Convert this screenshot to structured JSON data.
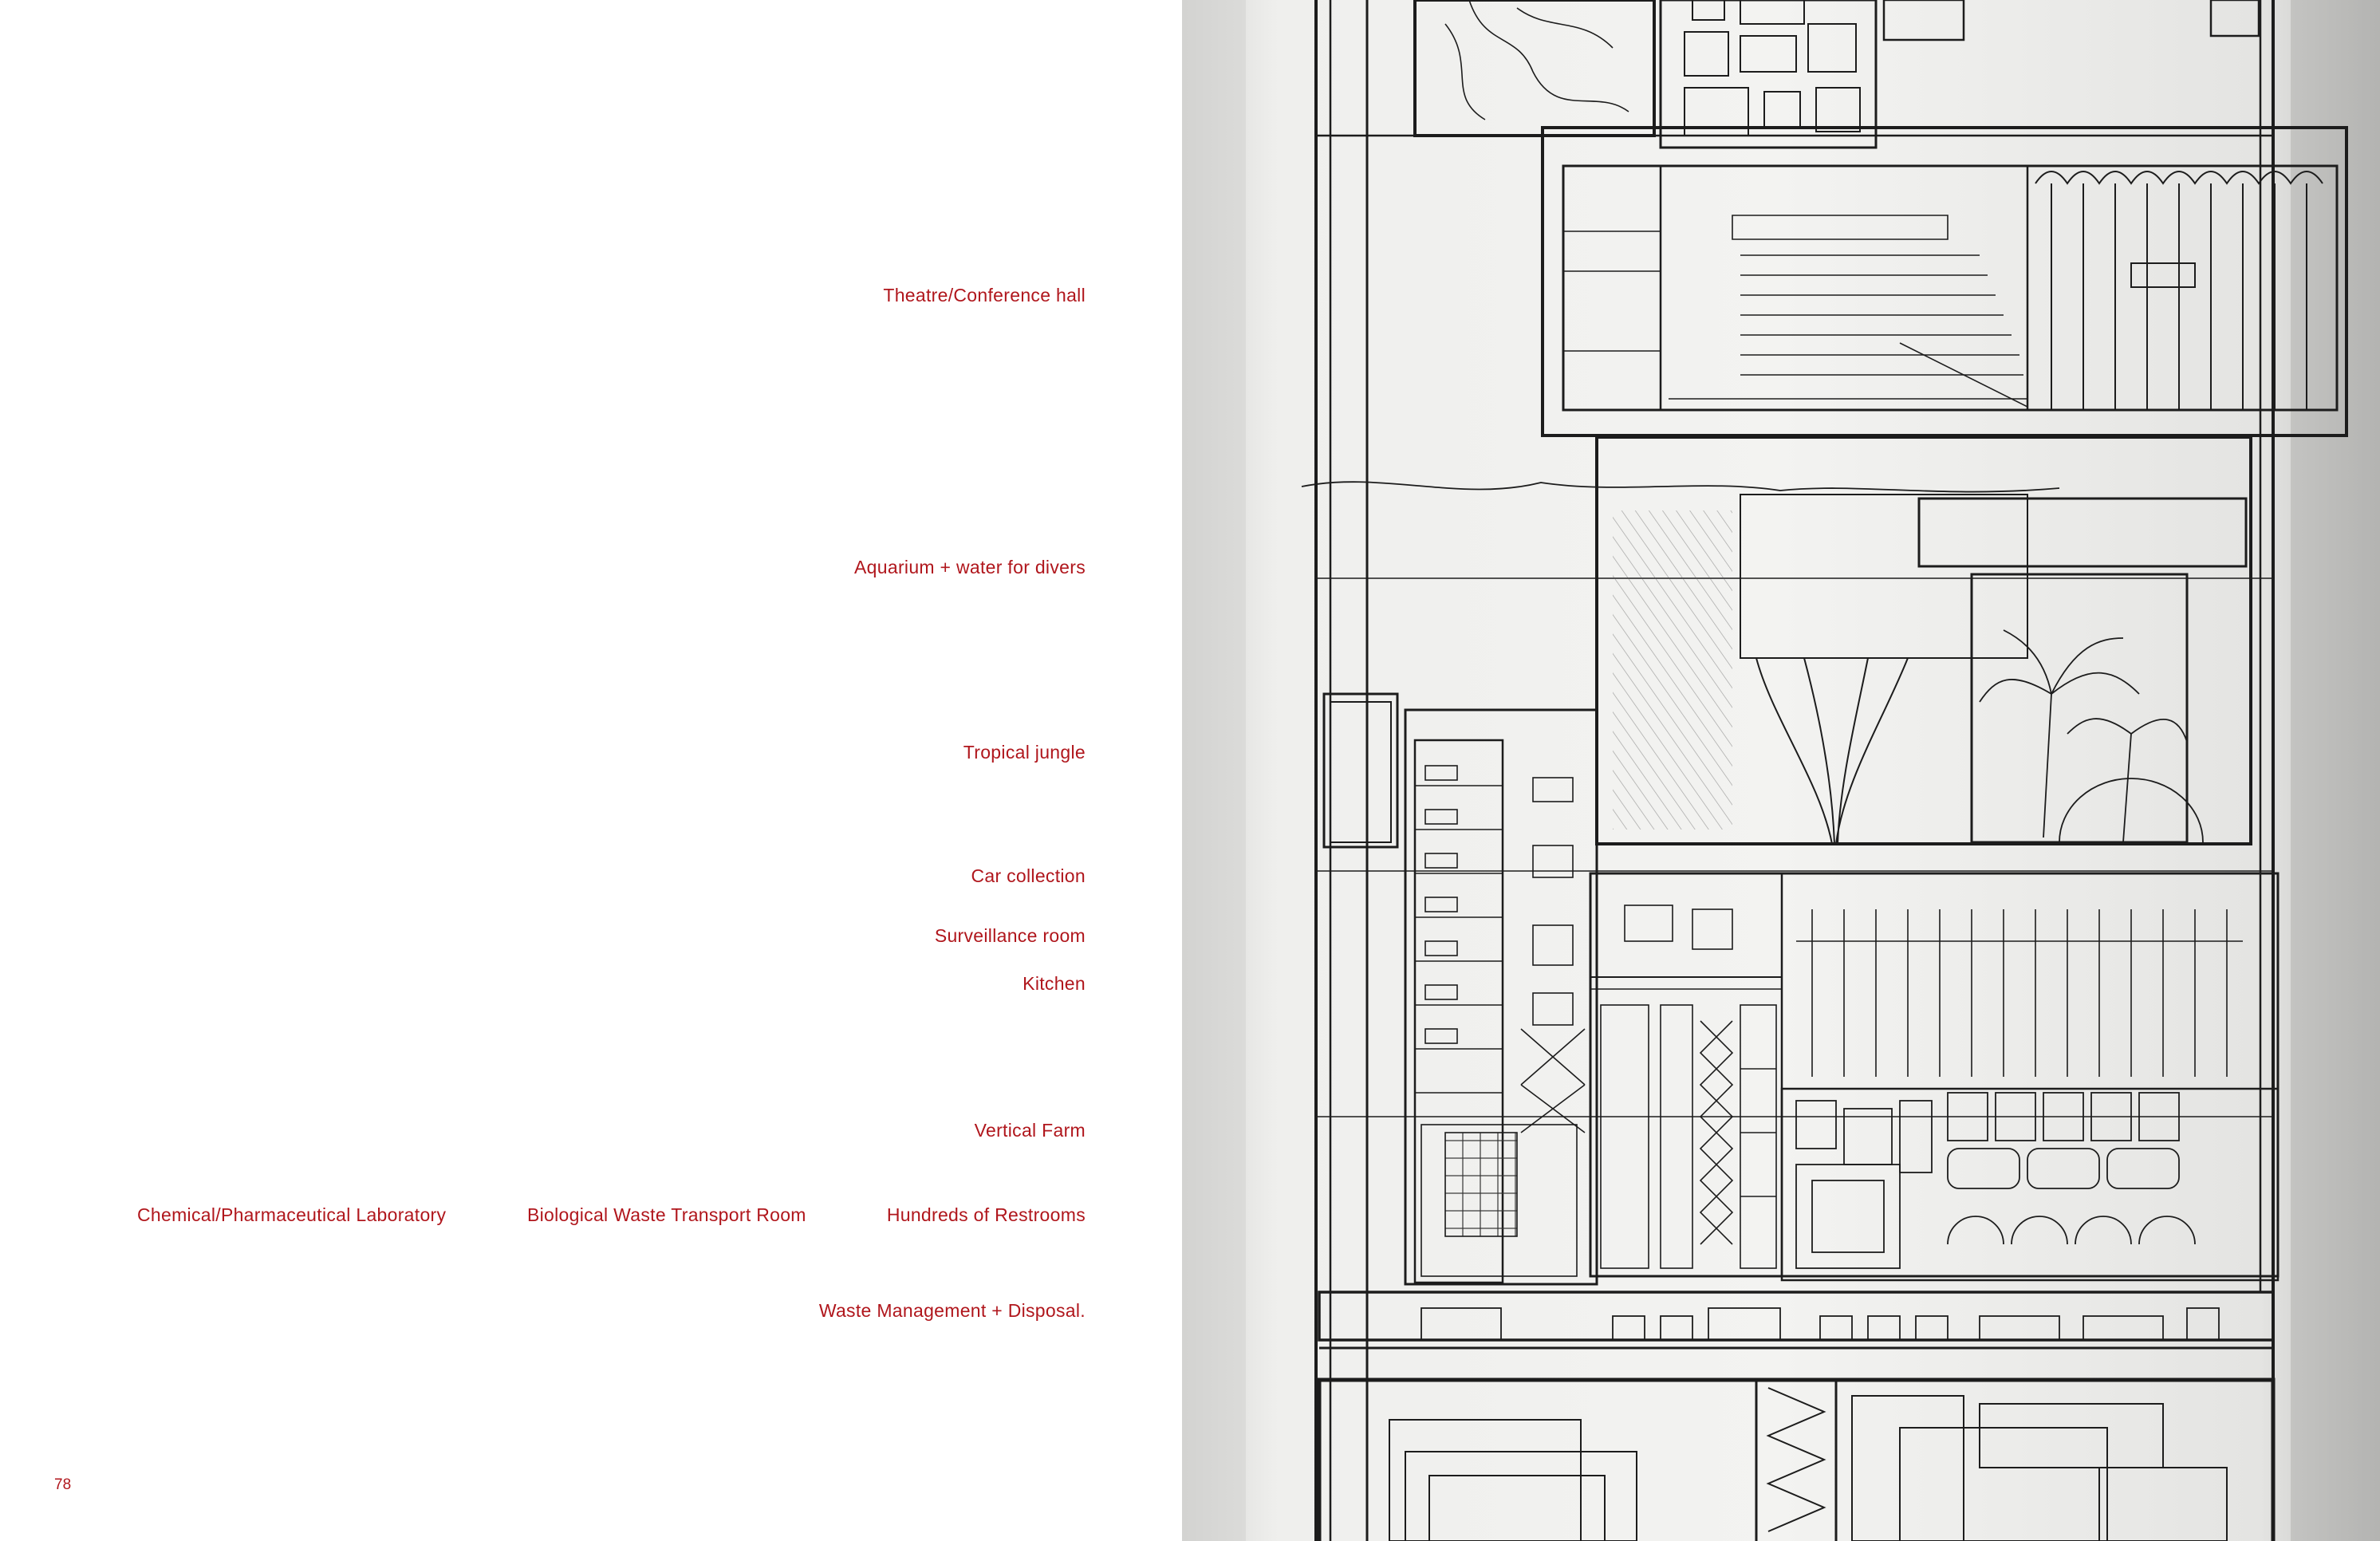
{
  "labels": {
    "theatre": "Theatre/Conference hall",
    "aquarium": "Aquarium + water for divers",
    "jungle": "Tropical jungle",
    "car": "Car collection",
    "surveillance": "Surveillance room",
    "kitchen": "Kitchen",
    "farm": "Vertical Farm",
    "lab": "Chemical/Pharmaceutical Laboratory",
    "bio_waste": "Biological Waste Transport Room",
    "restrooms": "Hundreds of Restrooms",
    "waste": "Waste Management + Disposal."
  },
  "page_number": "78",
  "colors": {
    "label": "#b0161c",
    "paper": "#e9e9e7",
    "ink": "#1c1c1c"
  }
}
